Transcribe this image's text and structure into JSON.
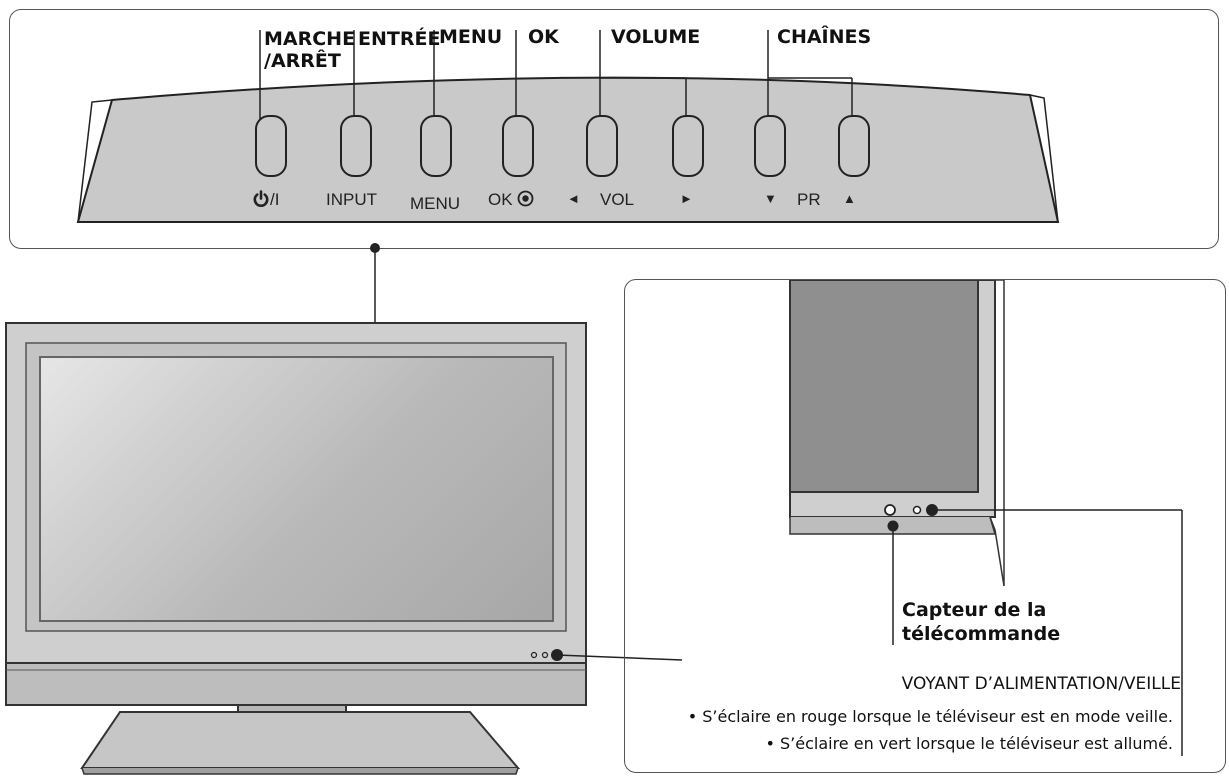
{
  "top_labels": {
    "power_line1": "MARCHE",
    "power_line2": "/ARRÊT",
    "input": "ENTRÉE",
    "menu": "MENU",
    "ok": "OK",
    "volume": "VOLUME",
    "channels": "CHAÎNES"
  },
  "button_captions": {
    "power": "/I",
    "input": "INPUT",
    "menu": "MENU",
    "ok": "OK",
    "vol_left": "◄",
    "vol": "VOL",
    "vol_right": "►",
    "pr_down": "▼",
    "pr": "PR",
    "pr_up": "▲"
  },
  "icons": {
    "power": "power-symbol",
    "ok": "target-dot",
    "leader_dot": "filled-circle"
  },
  "sensor_label": {
    "line1": "Capteur de la",
    "line2": "télécommande"
  },
  "power_indicator": {
    "title": "VOYANT D’ALIMENTATION/VEILLE",
    "standby": "• S’éclaire en rouge lorsque le téléviseur est en mode veille.",
    "on": "• S’éclaire en vert lorsque le téléviseur est allumé."
  },
  "colors": {
    "panel_gray": "#c9c9c9",
    "line": "#222222"
  }
}
